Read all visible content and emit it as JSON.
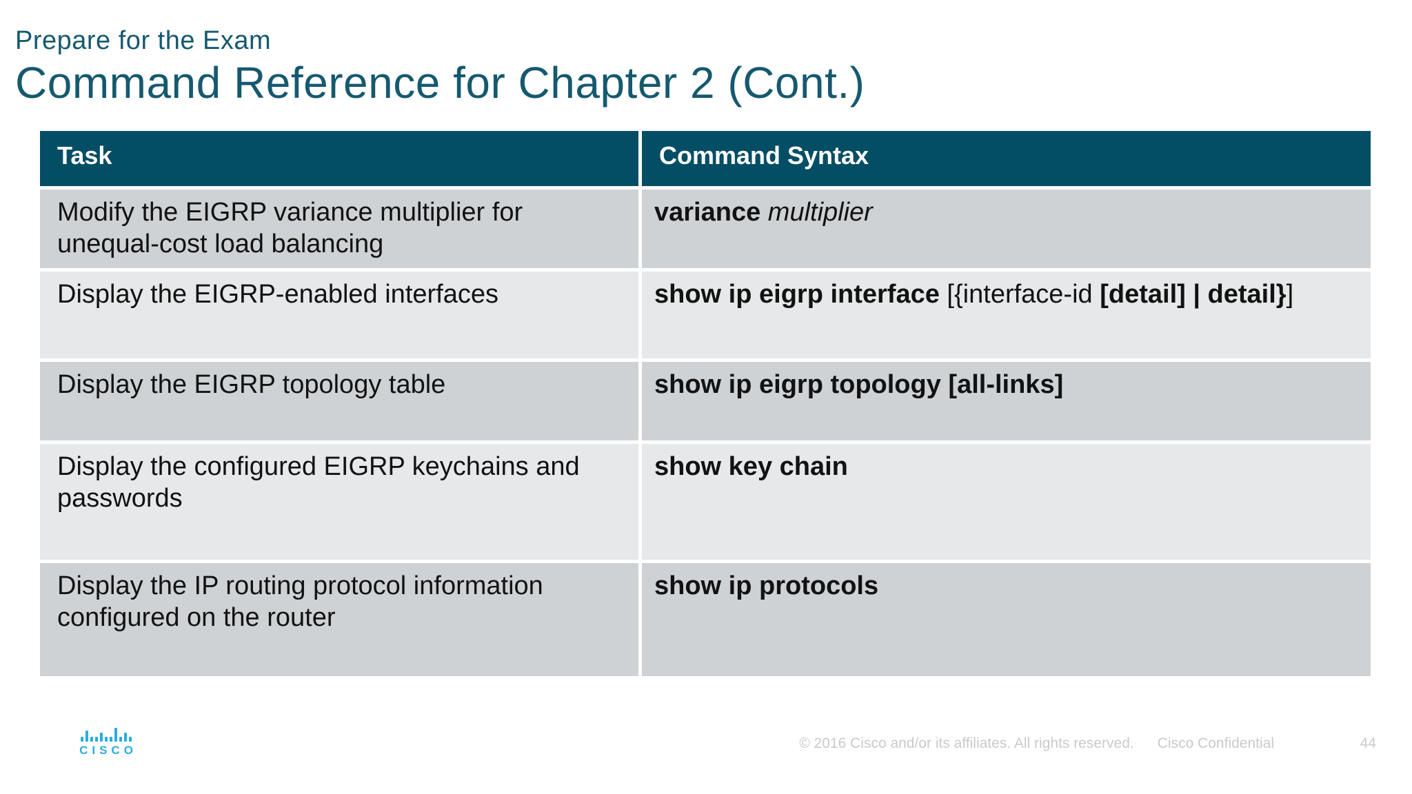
{
  "slide": {
    "pretitle": "Prepare for the Exam",
    "title": "Command Reference for Chapter 2 (Cont.)"
  },
  "table": {
    "headers": [
      "Task",
      "Command Syntax"
    ],
    "rows": [
      {
        "task": "Modify the EIGRP variance multiplier for unequal-cost load balancing",
        "command": [
          {
            "text": "variance",
            "bold": true
          },
          {
            "text": " "
          },
          {
            "text": "multiplier",
            "italic": true
          }
        ]
      },
      {
        "task": "Display the EIGRP-enabled interfaces",
        "command": [
          {
            "text": "show ip eigrp interface",
            "bold": true
          },
          {
            "text": " [{interface-id "
          },
          {
            "text": "[detail] |",
            "bold": true
          },
          {
            "text": " "
          },
          {
            "text": "detail}",
            "bold": true
          },
          {
            "text": "]"
          }
        ]
      },
      {
        "task": "Display the EIGRP topology table",
        "command": [
          {
            "text": "show ip eigrp topology [all-links]",
            "bold": true
          }
        ]
      },
      {
        "task": "Display the configured EIGRP keychains and passwords",
        "command": [
          {
            "text": "show key chain",
            "bold": true
          }
        ]
      },
      {
        "task": "Display the IP routing protocol information configured on the router",
        "command": [
          {
            "text": "show ip protocols",
            "bold": true
          }
        ]
      }
    ]
  },
  "footer": {
    "copyright": "© 2016  Cisco and/or its affiliates. All rights reserved.",
    "confidential": "Cisco Confidential",
    "page": "44"
  },
  "logo": {
    "text": "CISCO"
  },
  "colors": {
    "title_teal": "#15596f",
    "header_teal": "#044e65",
    "row_dark": "#ced2d4",
    "row_light": "#e6e8e9",
    "cisco_blue": "#29abe2",
    "footer_gray": "#c9cacb"
  }
}
